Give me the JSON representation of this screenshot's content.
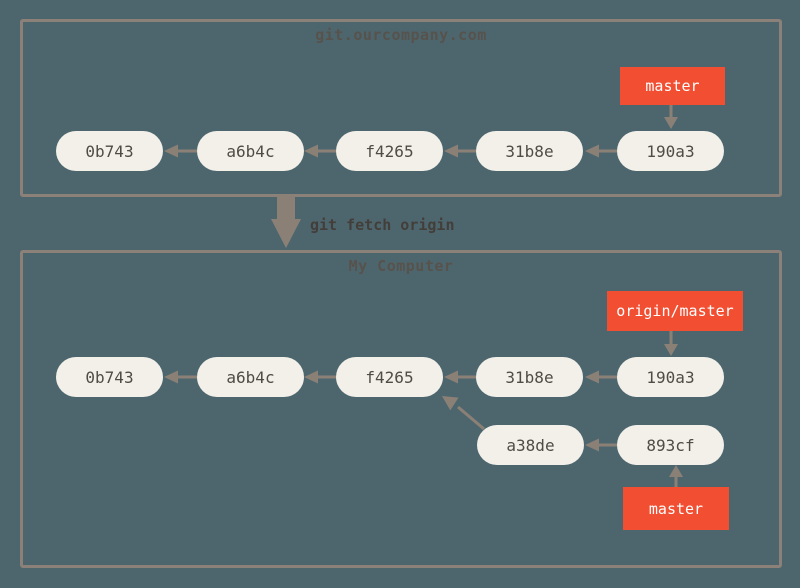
{
  "colors": {
    "background": "#4d666e",
    "box_border": "#8b8179",
    "commit_fill": "#f2f0e9",
    "commit_text": "#4f4b45",
    "branch_fill": "#f14e32",
    "branch_text": "#ffffff",
    "arrow": "#8a8076",
    "title_text": "#57524c",
    "command_text": "#433e39"
  },
  "remote": {
    "title": "git.ourcompany.com",
    "branch_label": "master",
    "commits": [
      "0b743",
      "a6b4c",
      "f4265",
      "31b8e",
      "190a3"
    ]
  },
  "command": {
    "label": "git fetch origin"
  },
  "local": {
    "title": "My Computer",
    "remote_branch_label": "origin/master",
    "branch_label": "master",
    "main_commits": [
      "0b743",
      "a6b4c",
      "f4265",
      "31b8e",
      "190a3"
    ],
    "feature_commits": [
      "a38de",
      "893cf"
    ]
  }
}
